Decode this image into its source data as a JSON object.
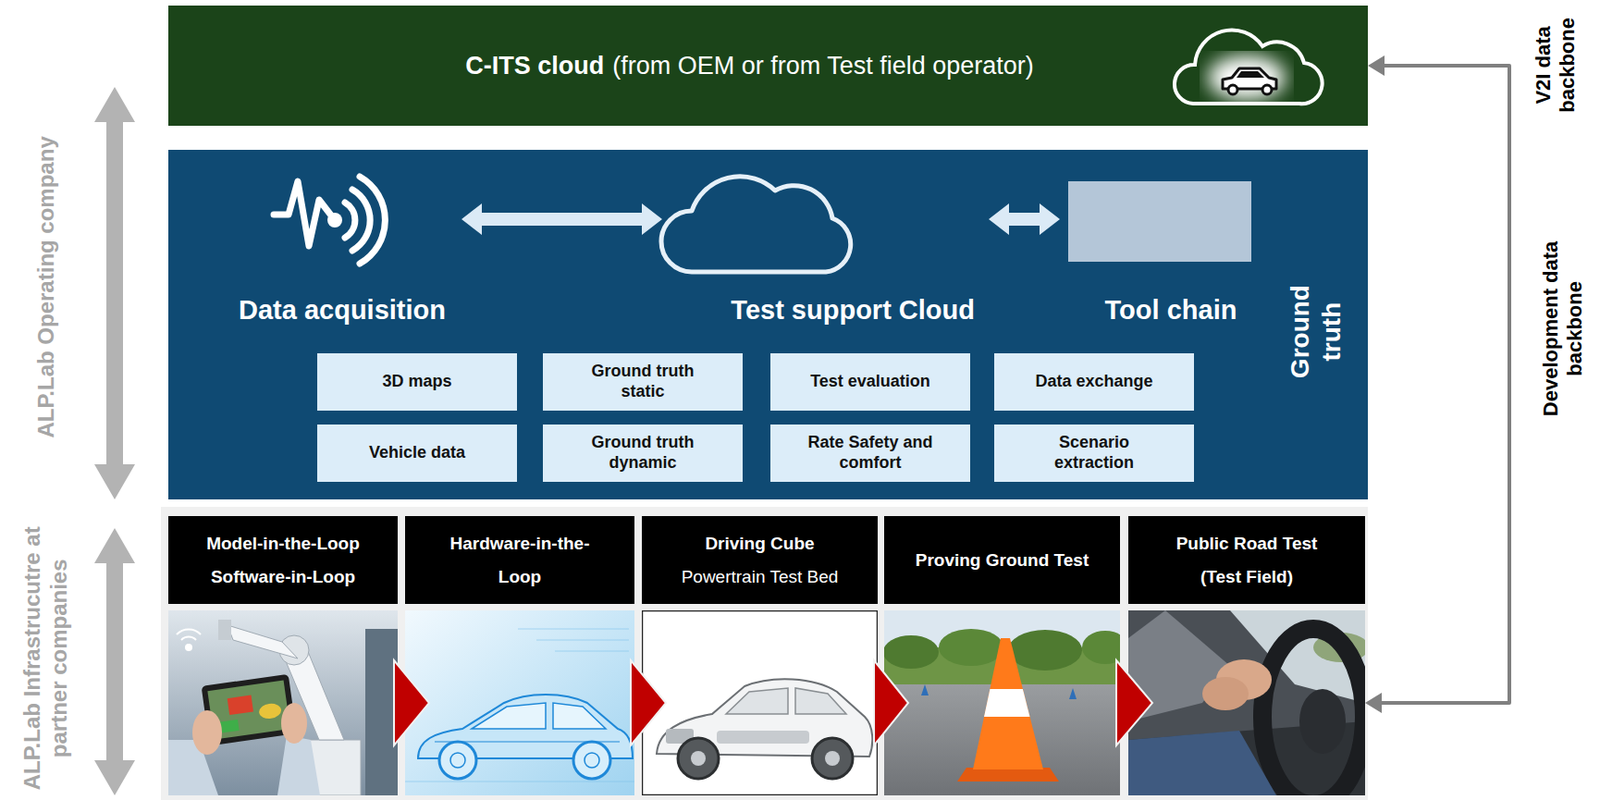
{
  "diagram": {
    "nodes": [
      {
        "text": [
          "C-ITS cloud",
          "(from OEM or from Test field operator)"
        ]
      },
      {
        "text": [
          "Ground truth"
        ]
      },
      {
        "text": [
          "Data acquisition"
        ],
        "in": 1
      },
      {
        "text": [
          "Test support Cloud"
        ],
        "in": 1
      },
      {
        "text": [
          "Tool chain"
        ],
        "in": 1
      },
      {
        "text": [
          "3D maps"
        ],
        "in": 1
      },
      {
        "text": [
          "Ground truth static"
        ],
        "in": 1
      },
      {
        "text": [
          "Test evaluation"
        ],
        "in": 1
      },
      {
        "text": [
          "Data exchange"
        ],
        "in": 1
      },
      {
        "text": [
          "Vehicle data"
        ],
        "in": 1
      },
      {
        "text": [
          "Ground truth dynamic"
        ],
        "in": 1
      },
      {
        "text": [
          "Rate Safety and comfort"
        ],
        "in": 1
      },
      {
        "text": [
          "Scenario extraction"
        ],
        "in": 1
      },
      {
        "text": [
          "Model-in-the-Loop Software-in-Loop"
        ]
      },
      {
        "text": [
          "Hardware-in-the- Loop"
        ]
      },
      {
        "text": [
          "Driving Cube",
          "Powertrain Test Bed"
        ]
      },
      {
        "text": [
          "Proving Ground Test"
        ]
      },
      {
        "text": [
          "Public Road Test (Test Field)"
        ]
      }
    ],
    "edges": [
      {
        "from": 2,
        "to": 3,
        "arrow": "both"
      },
      {
        "from": 3,
        "to": 4,
        "arrow": "both"
      },
      {
        "from": 13,
        "to": 14,
        "arrow": "to"
      },
      {
        "from": 14,
        "to": 15,
        "arrow": "to"
      },
      {
        "from": 15,
        "to": 16,
        "arrow": "to"
      },
      {
        "from": 16,
        "to": 17,
        "arrow": "to"
      },
      {
        "from": 0,
        "to": 17,
        "arrow": "both"
      }
    ],
    "labels": [
      "ALP.Lab Operating company",
      "ALP.Lab Infrastrucutre at partner companies",
      "V2I data backbone",
      "Development data backbone"
    ]
  }
}
